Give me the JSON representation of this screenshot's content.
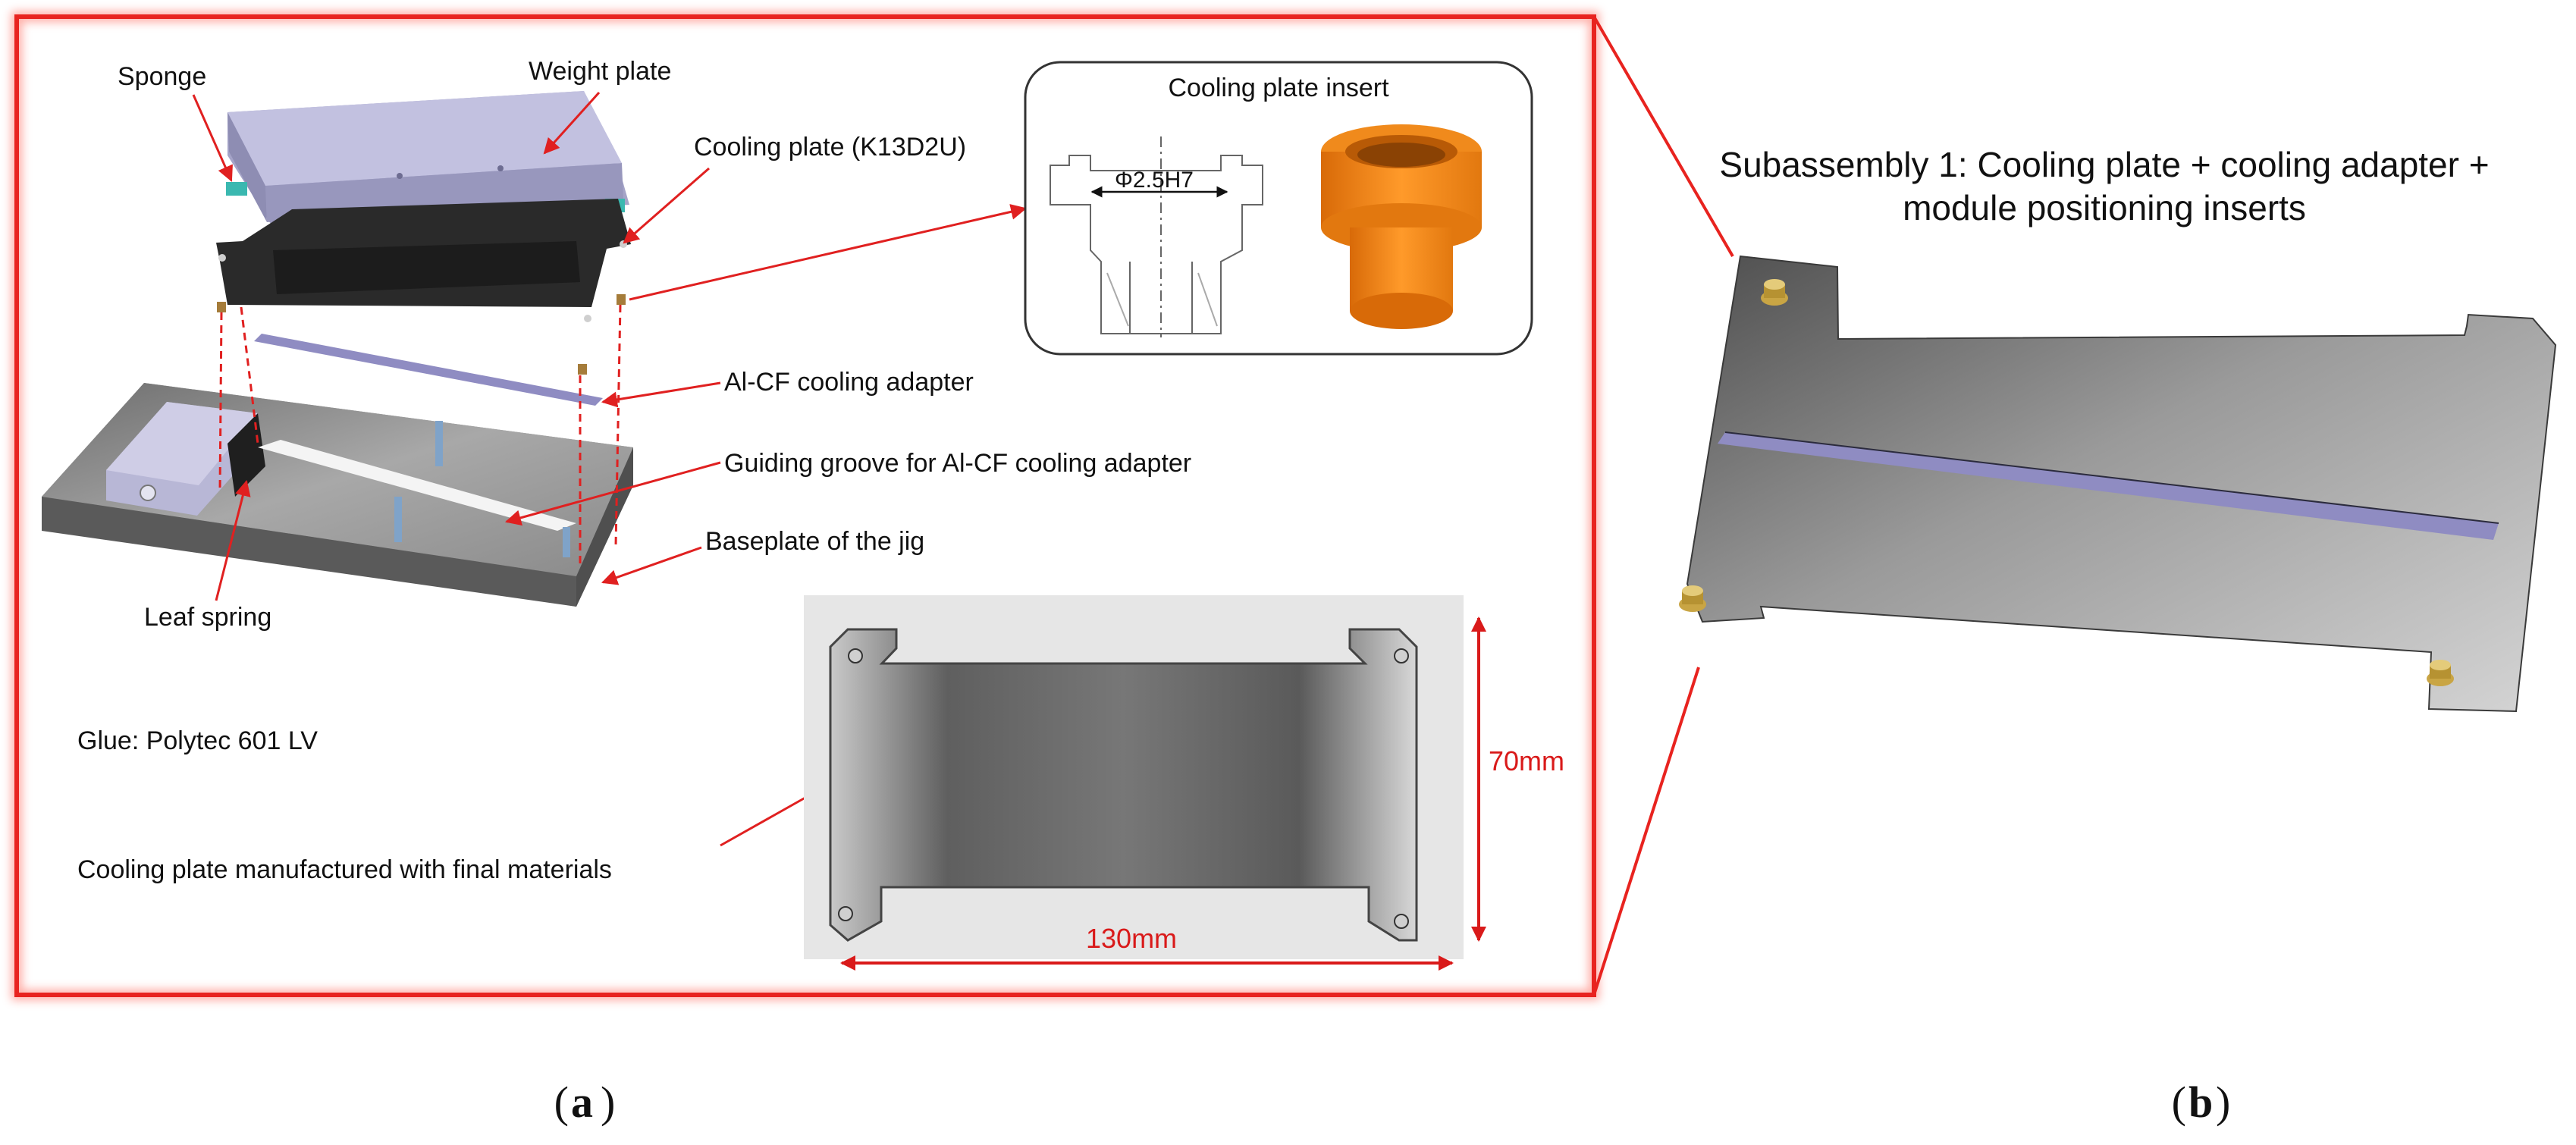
{
  "panel_a": {
    "labels": {
      "sponge": "Sponge",
      "weight_plate": "Weight plate",
      "cooling_plate": "Cooling plate (K13D2U)",
      "cooling_plate_insert": "Cooling plate insert",
      "insert_dimension": "Φ2.5H7",
      "cooling_adapter": "Al-CF cooling adapter",
      "guiding_groove": "Guiding groove for Al-CF cooling adapter",
      "baseplate": "Baseplate of the jig",
      "leaf_spring": "Leaf spring",
      "glue": "Glue: Polytec 601 LV",
      "manufactured": "Cooling plate manufactured with final materials",
      "dim_height": "70mm",
      "dim_width": "130mm"
    },
    "caption_letter": "a"
  },
  "panel_b": {
    "title_line1": "Subassembly 1: Cooling plate + cooling adapter +",
    "title_line2": "module positioning inserts",
    "caption_letter": "b"
  },
  "colors": {
    "frame_red": "#e8231f",
    "arrow_red": "#e02020",
    "weight_plate": "#b9b8d8",
    "sponge_teal": "#3ab8b0",
    "cooling_plate_dark": "#2a2a2a",
    "baseplate_gray": "#7b7b7b",
    "insert_orange": "#f08a1c",
    "adapter_lavender": "#8f8cc2"
  }
}
